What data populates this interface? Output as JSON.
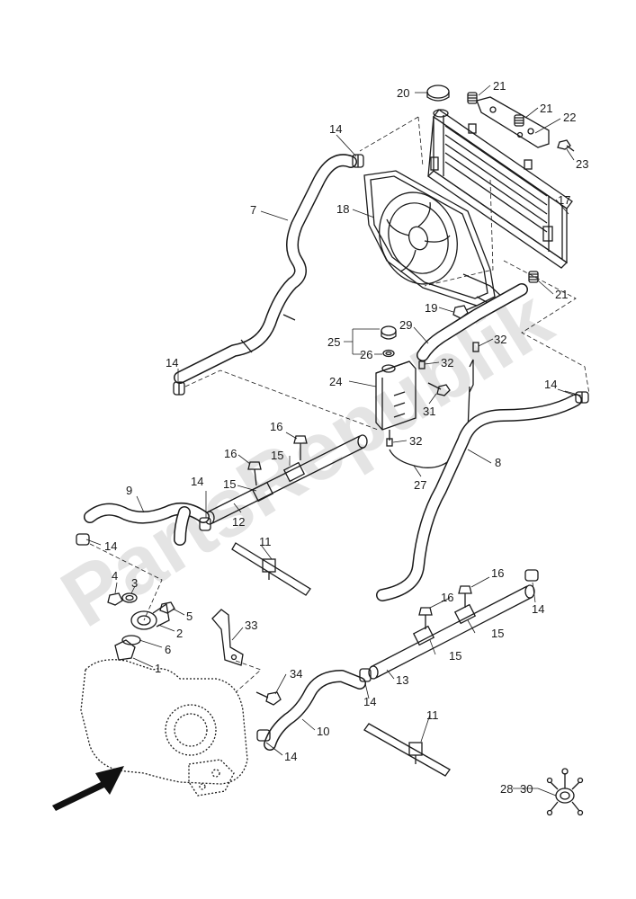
{
  "watermark": "PartsRepublik",
  "callouts": [
    {
      "key": "20",
      "label": "20"
    },
    {
      "key": "21a",
      "label": "21"
    },
    {
      "key": "21b",
      "label": "21"
    },
    {
      "key": "22",
      "label": "22"
    },
    {
      "key": "23",
      "label": "23"
    },
    {
      "key": "14a",
      "label": "14"
    },
    {
      "key": "7",
      "label": "7"
    },
    {
      "key": "18",
      "label": "18"
    },
    {
      "key": "17",
      "label": "17"
    },
    {
      "key": "21c",
      "label": "21"
    },
    {
      "key": "19",
      "label": "19"
    },
    {
      "key": "29",
      "label": "29"
    },
    {
      "key": "32a",
      "label": "32"
    },
    {
      "key": "25",
      "label": "25"
    },
    {
      "key": "26",
      "label": "26"
    },
    {
      "key": "32b",
      "label": "32"
    },
    {
      "key": "14b",
      "label": "14"
    },
    {
      "key": "24",
      "label": "24"
    },
    {
      "key": "31",
      "label": "31"
    },
    {
      "key": "14c",
      "label": "14"
    },
    {
      "key": "16a",
      "label": "16"
    },
    {
      "key": "32c",
      "label": "32"
    },
    {
      "key": "16b",
      "label": "16"
    },
    {
      "key": "15a",
      "label": "15"
    },
    {
      "key": "8",
      "label": "8"
    },
    {
      "key": "27",
      "label": "27"
    },
    {
      "key": "14d",
      "label": "14"
    },
    {
      "key": "15b",
      "label": "15"
    },
    {
      "key": "9",
      "label": "9"
    },
    {
      "key": "12",
      "label": "12"
    },
    {
      "key": "14e",
      "label": "14"
    },
    {
      "key": "11a",
      "label": "11"
    },
    {
      "key": "4",
      "label": "4"
    },
    {
      "key": "3",
      "label": "3"
    },
    {
      "key": "16c",
      "label": "16"
    },
    {
      "key": "16d",
      "label": "16"
    },
    {
      "key": "14f",
      "label": "14"
    },
    {
      "key": "5",
      "label": "5"
    },
    {
      "key": "2",
      "label": "2"
    },
    {
      "key": "33",
      "label": "33"
    },
    {
      "key": "15c",
      "label": "15"
    },
    {
      "key": "6",
      "label": "6"
    },
    {
      "key": "15d",
      "label": "15"
    },
    {
      "key": "1",
      "label": "1"
    },
    {
      "key": "13",
      "label": "13"
    },
    {
      "key": "34",
      "label": "34"
    },
    {
      "key": "14g",
      "label": "14"
    },
    {
      "key": "11b",
      "label": "11"
    },
    {
      "key": "10",
      "label": "10"
    },
    {
      "key": "14h",
      "label": "14"
    },
    {
      "key": "28",
      "label": "28"
    },
    {
      "key": "30",
      "label": "30"
    }
  ]
}
